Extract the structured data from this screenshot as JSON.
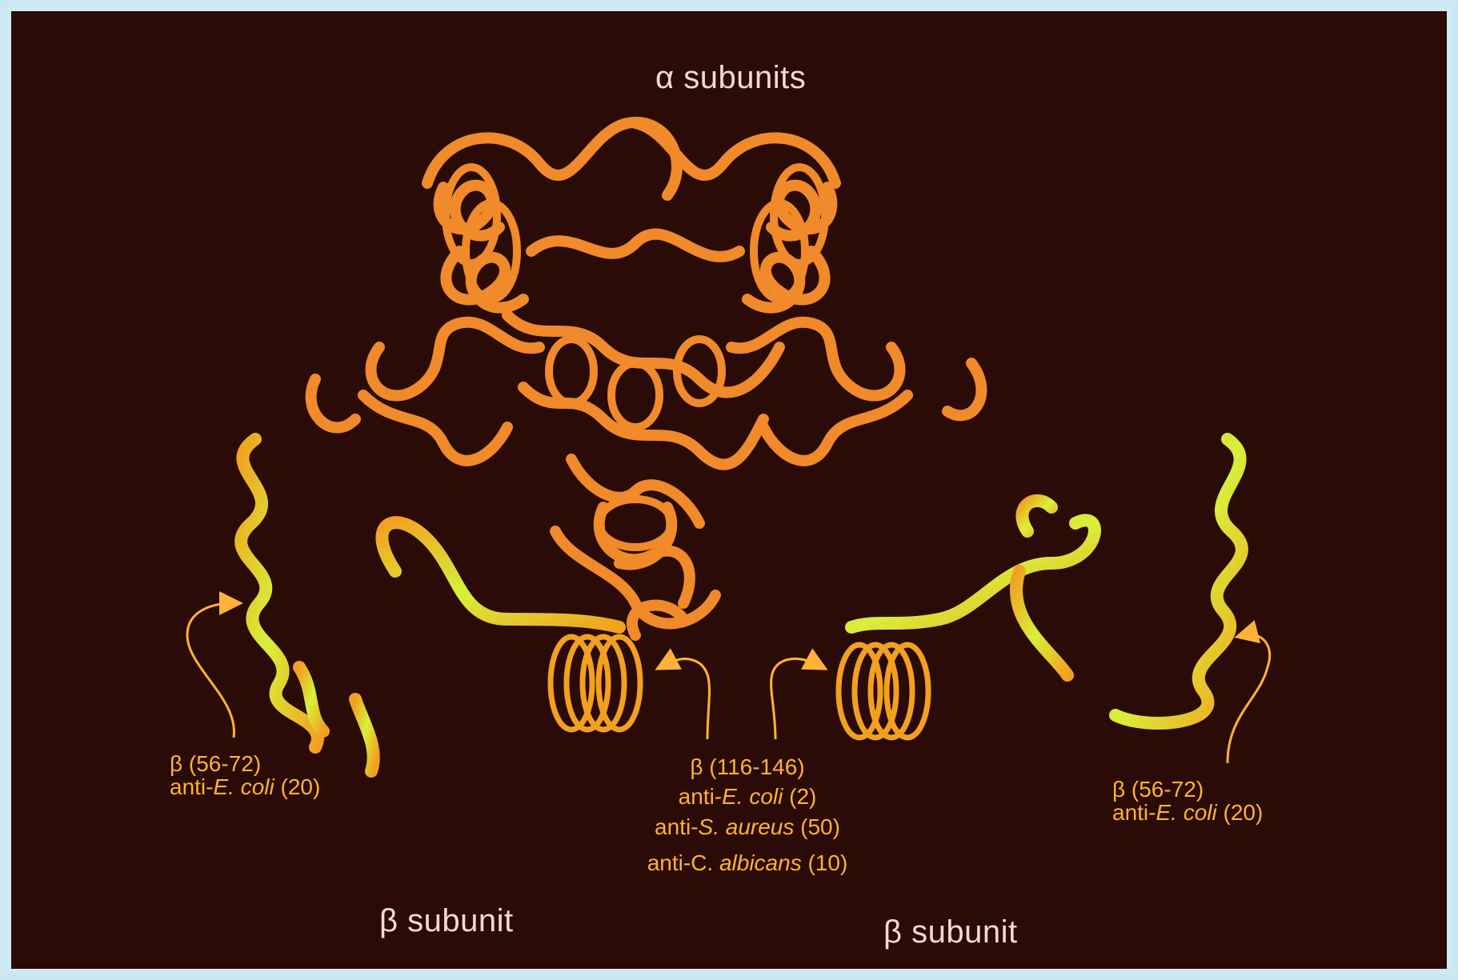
{
  "colors": {
    "background": "#2a0b07",
    "alpha_ribbon": "#f08a2a",
    "beta_ribbon_dark": "#f2a020",
    "beta_ribbon_light": "#d7f03a",
    "heading_text": "#f3d9cf",
    "annotation_text": "#ffb237"
  },
  "labels": {
    "alpha": "α subunits",
    "beta_left": "β subunit",
    "beta_right": "β subunit"
  },
  "annotations": {
    "left": {
      "range": "β (56-72)",
      "line1_prefix": "anti-",
      "line1_species": "E. coli",
      "line1_suffix": " (20)"
    },
    "center": {
      "range": "β (116-146)",
      "ecoli_prefix": "anti-",
      "ecoli_species": "E. coli",
      "ecoli_suffix": " (2)",
      "saureus_prefix": "anti-",
      "saureus_species": "S. aureus",
      "saureus_suffix": " (50)",
      "calbicans_prefix": "anti-C. ",
      "calbicans_species": "albicans",
      "calbicans_suffix": " (10)"
    },
    "right": {
      "range": "β (56-72)",
      "line1_prefix": "anti-",
      "line1_species": "E. coli",
      "line1_suffix": " (20)"
    }
  },
  "icons": {
    "alpha_structure": "protein-ribbon-alpha",
    "beta_structure": "protein-ribbon-beta",
    "pointer": "curved-arrow"
  }
}
